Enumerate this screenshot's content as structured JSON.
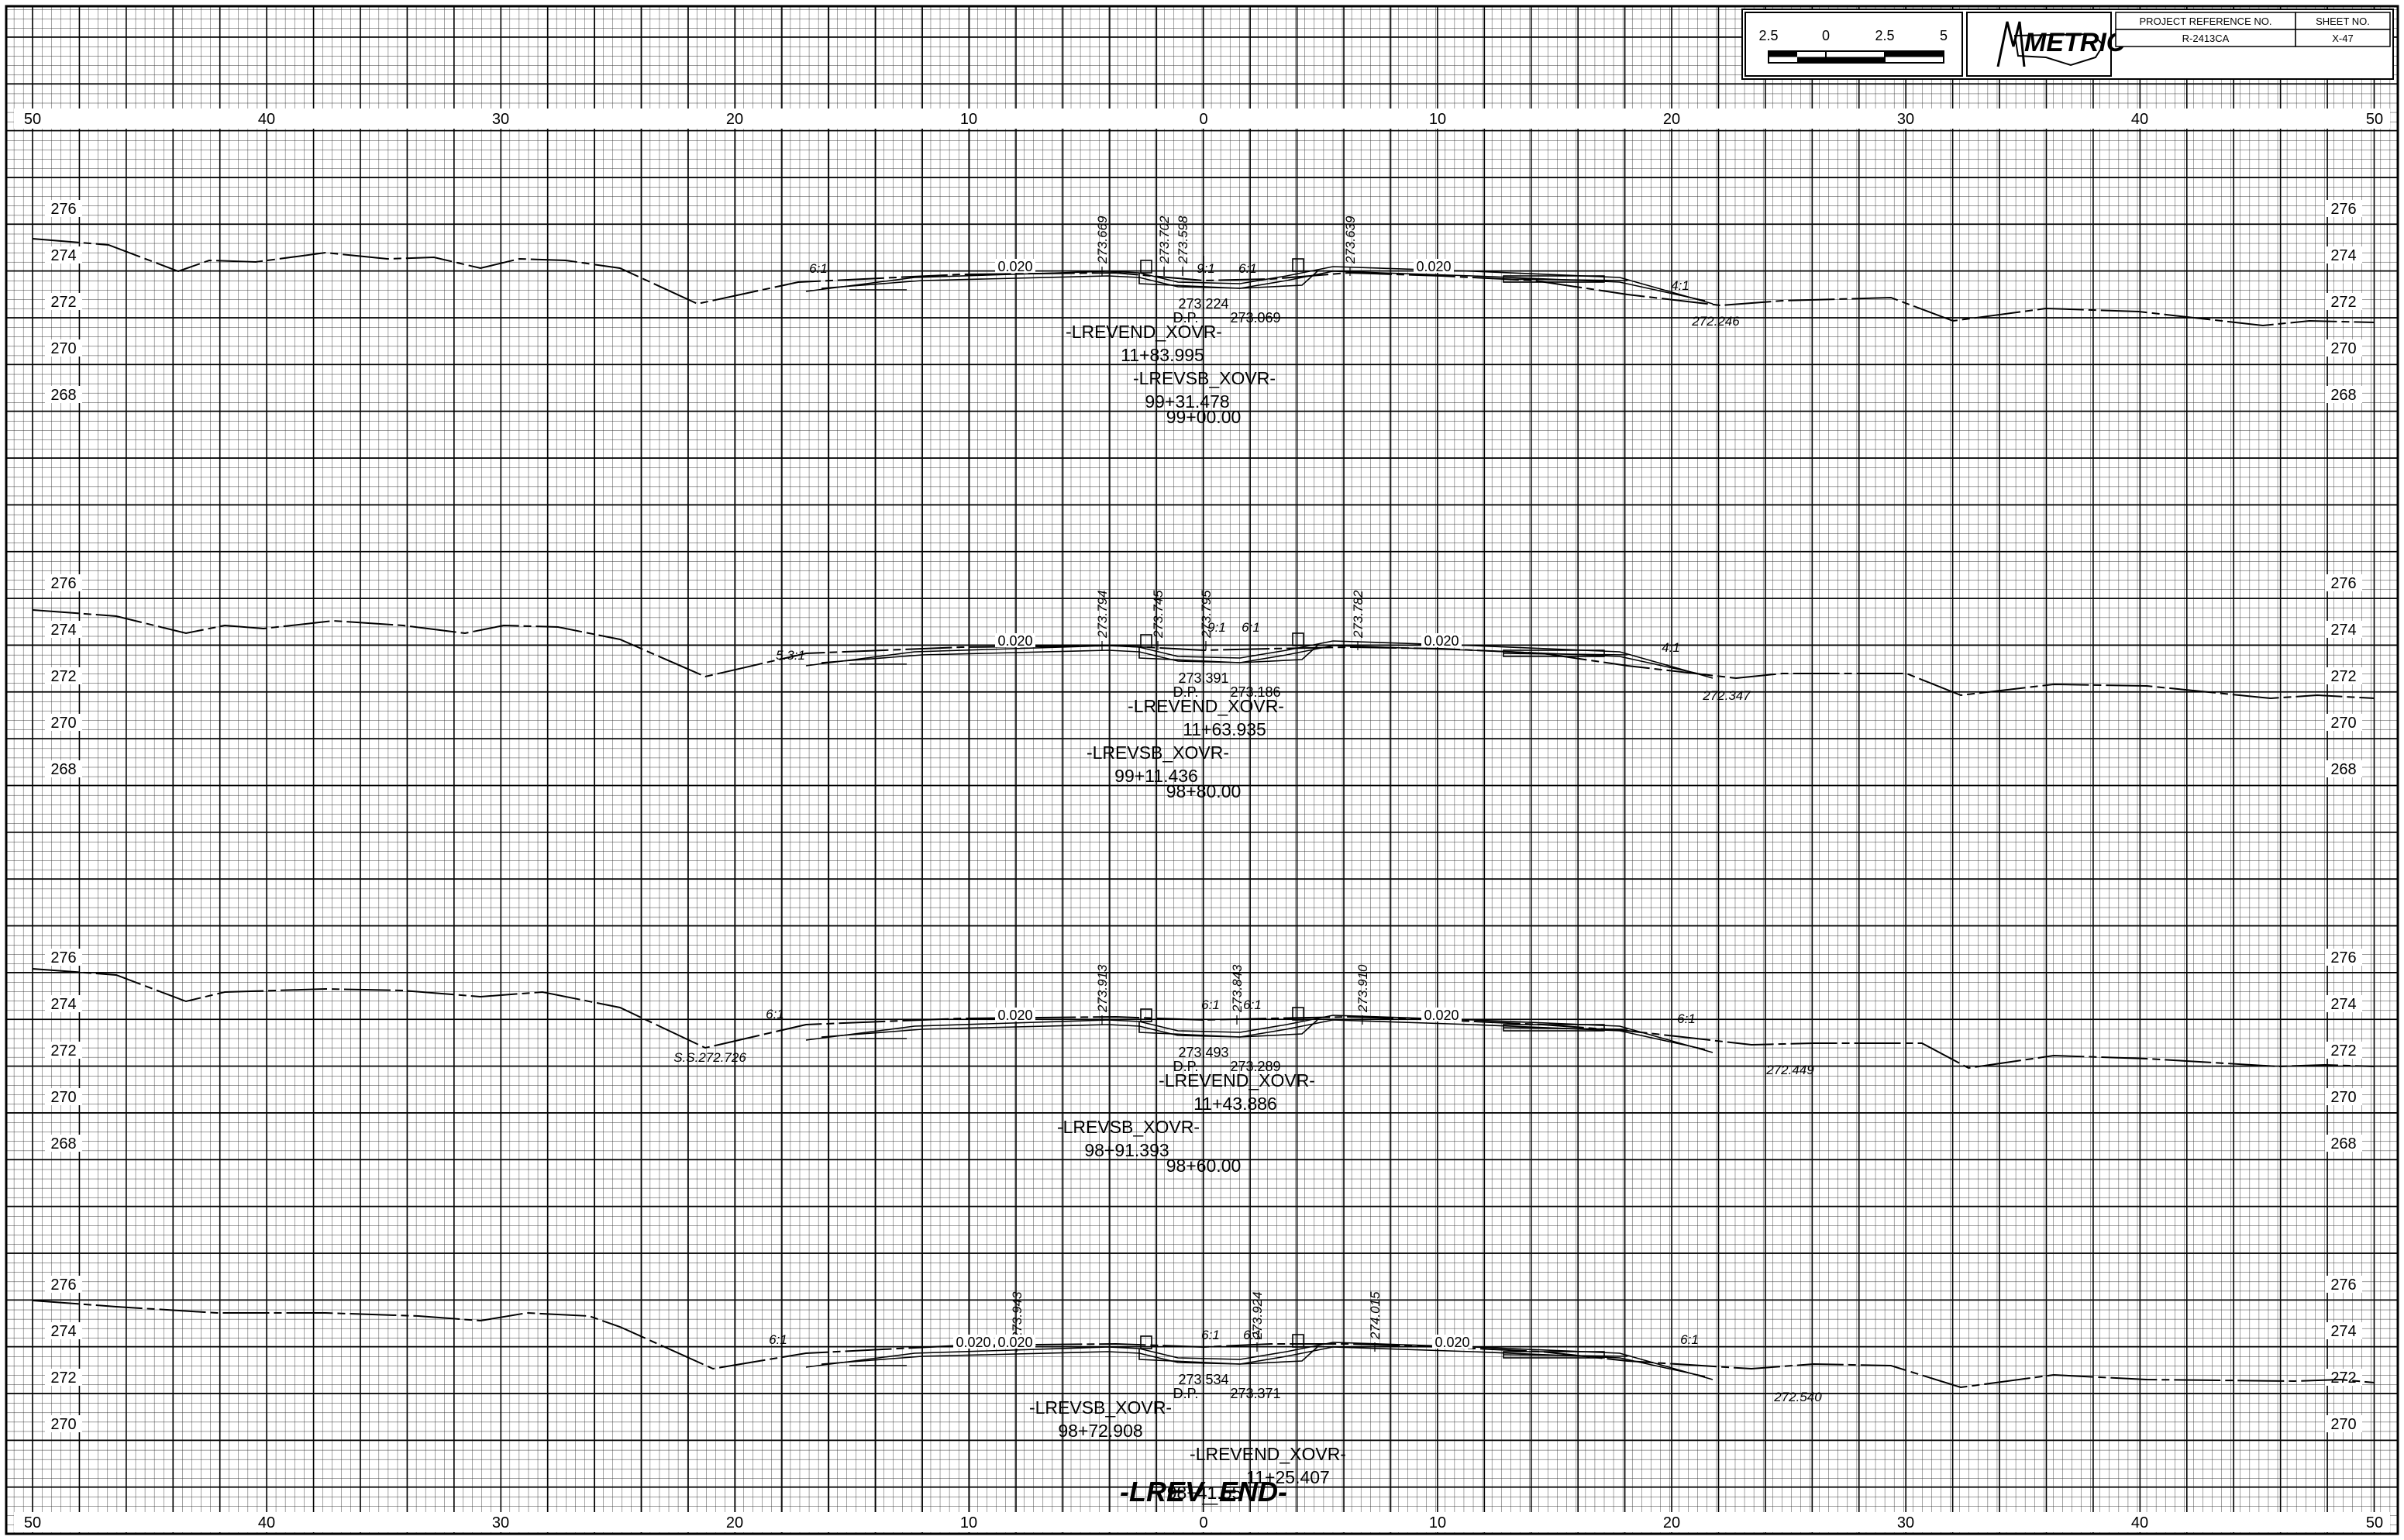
{
  "title_block": {
    "project_ref_header": "PROJECT REFERENCE NO.",
    "project_ref": "R-2413CA",
    "sheet_no_header": "SHEET NO.",
    "sheet_no": "X-47",
    "logo_text": "METRIC",
    "scale_labels": [
      "2.5",
      "0",
      "2.5",
      "5"
    ]
  },
  "x_axis_labels": [
    "50",
    "40",
    "30",
    "20",
    "10",
    "0",
    "10",
    "20",
    "30",
    "40",
    "50"
  ],
  "footer_title": "-LREV_END-",
  "sections": [
    {
      "elev_labels": [
        "276",
        "274",
        "272",
        "270",
        "268"
      ],
      "vert_labels": [
        "273.669",
        "273.702",
        "273.598",
        "273.639"
      ],
      "slope_labels": [
        "0.020",
        "0.020"
      ],
      "ratio_labels": [
        "6:1",
        "9:1",
        "6:1",
        "4:1"
      ],
      "catch": "272.246",
      "grade": "273.224",
      "dp_label": "D.P.",
      "dp_value": "273.069",
      "line1": "-LREVEND_XOVR-",
      "sta1": "11+83.995",
      "line2": "-LREVSB_XOVR-",
      "sta2": "99+31.478",
      "sta3": "99+00.00"
    },
    {
      "elev_labels": [
        "276",
        "274",
        "272",
        "270",
        "268"
      ],
      "vert_labels": [
        "273.794",
        "273.745",
        "273.795",
        "273.782"
      ],
      "slope_labels": [
        "0.020",
        "0.020"
      ],
      "ratio_labels": [
        "5.3:1",
        "9:1",
        "6:1",
        "4:1"
      ],
      "catch": "272.347",
      "grade": "273.391",
      "dp_label": "D.P.",
      "dp_value": "273.186",
      "line1": "-LREVEND_XOVR-",
      "sta1": "11+63.935",
      "line2": "-LREVSB_XOVR-",
      "sta2": "99+11.436",
      "sta3": "98+80.00"
    },
    {
      "elev_labels": [
        "276",
        "274",
        "272",
        "270",
        "268"
      ],
      "vert_labels": [
        "273.913",
        "273.843",
        "273.910"
      ],
      "slope_labels": [
        "0.020",
        "0.020"
      ],
      "ratio_labels": [
        "6:1",
        "6:1",
        "6:1",
        "6:1"
      ],
      "catch_left": "S.S.272.726",
      "catch": "272.449",
      "grade": "273.493",
      "dp_label": "D.P.",
      "dp_value": "273.289",
      "line1": "-LREVEND_XOVR-",
      "sta1": "11+43.886",
      "line2": "-LREVSB_XOVR-",
      "sta2": "98+91.393",
      "sta3": "98+60.00"
    },
    {
      "elev_labels": [
        "276",
        "274",
        "272",
        "270"
      ],
      "vert_labels": [
        "273.943",
        "273.924",
        "274.015"
      ],
      "slope_labels": [
        "0.020",
        "0.020",
        "0.020"
      ],
      "ratio_labels": [
        "6:1",
        "6:1",
        "6:1",
        "6:1"
      ],
      "catch": "272.540",
      "grade": "273.534",
      "dp_label": "D.P.",
      "dp_value": "273.371",
      "line1": "-LREVSB_XOVR-",
      "sta1": "98+72.908",
      "line2": "-LREVEND_XOVR-",
      "sta2": "11+25.407",
      "sta3": "98+41.55"
    }
  ]
}
